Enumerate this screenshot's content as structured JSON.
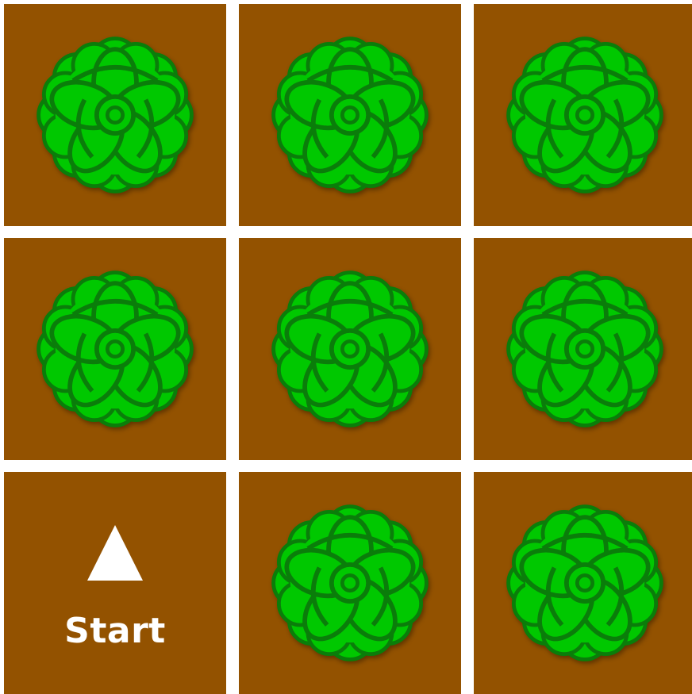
{
  "board": {
    "rows": 3,
    "cols": 3,
    "tile_color": "#935200",
    "flower_fill": "#00c800",
    "flower_stroke": "#0a7d0a",
    "cells": [
      {
        "row": 0,
        "col": 0,
        "content": "flower-icon"
      },
      {
        "row": 0,
        "col": 1,
        "content": "flower-icon"
      },
      {
        "row": 0,
        "col": 2,
        "content": "flower-icon"
      },
      {
        "row": 1,
        "col": 0,
        "content": "flower-icon"
      },
      {
        "row": 1,
        "col": 1,
        "content": "flower-icon"
      },
      {
        "row": 1,
        "col": 2,
        "content": "flower-icon"
      },
      {
        "row": 2,
        "col": 0,
        "content": "start"
      },
      {
        "row": 2,
        "col": 1,
        "content": "flower-icon"
      },
      {
        "row": 2,
        "col": 2,
        "content": "flower-icon"
      }
    ]
  },
  "start": {
    "label": "Start",
    "icon": "up-triangle-icon"
  }
}
